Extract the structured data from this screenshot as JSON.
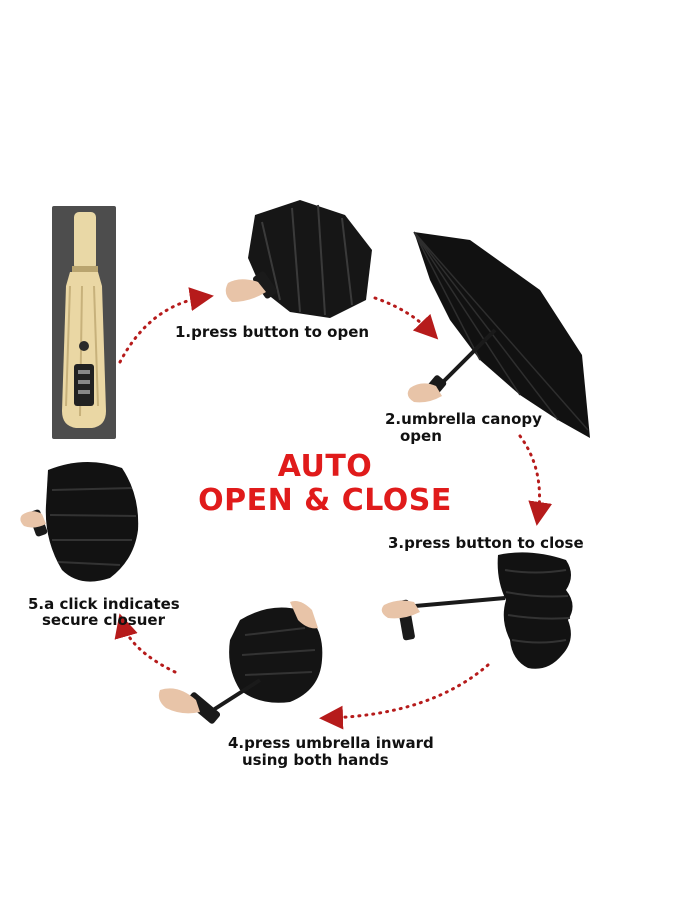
{
  "headline": {
    "line1": "AUTO",
    "line2": "OPEN & CLOSE"
  },
  "steps": [
    {
      "text": "1.press button to open"
    },
    {
      "line1": "2.umbrella canopy",
      "line2": "open"
    },
    {
      "text": "3.press button to close"
    },
    {
      "line1": "4.press umbrella inward",
      "line2": "using both hands"
    },
    {
      "line1": "5.a click indicates",
      "line2": "secure closuer"
    }
  ],
  "colors": {
    "accent": "#e01b1b",
    "arrow": "#b61b1b",
    "canopy": "#141414",
    "product": "#ead7a4"
  }
}
